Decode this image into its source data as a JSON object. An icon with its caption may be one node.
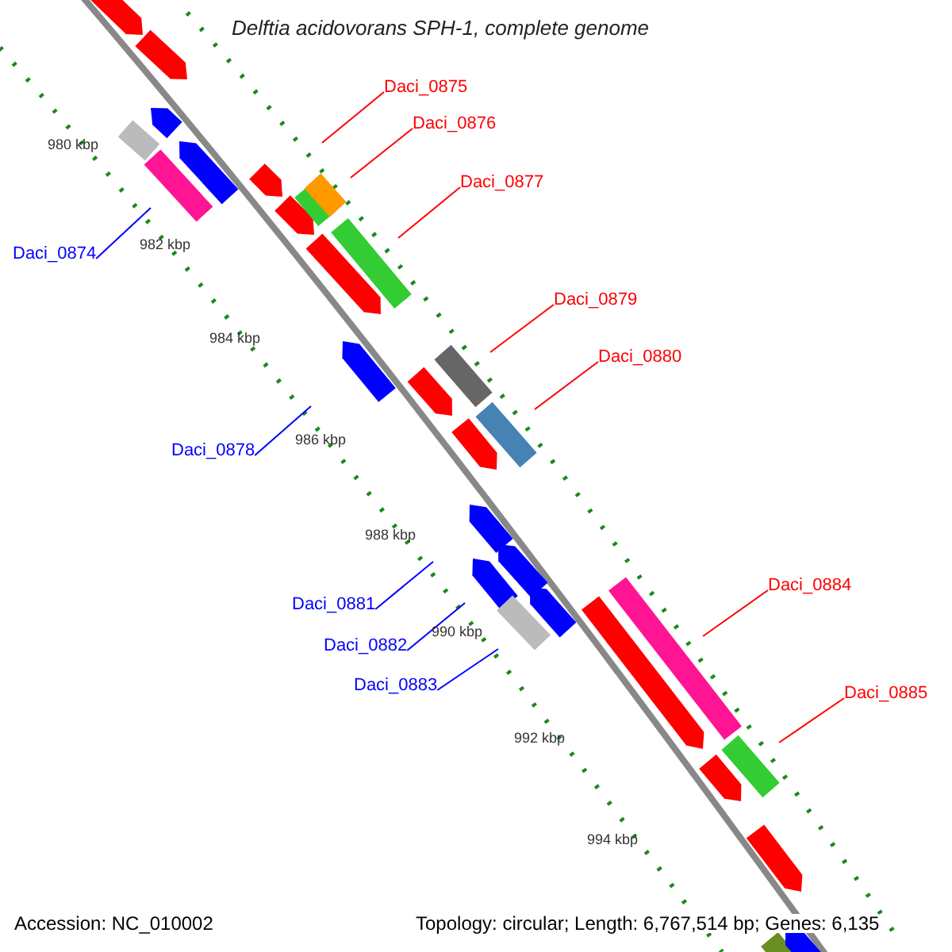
{
  "diagram": {
    "title": "Delftia acidovorans SPH-1, complete genome",
    "nodes": [
      {
        "text": [
          "Daci_0874"
        ]
      },
      {
        "text": [
          "Daci_0875"
        ]
      },
      {
        "text": [
          "Daci_0876"
        ]
      },
      {
        "text": [
          "Daci_0877"
        ]
      },
      {
        "text": [
          "Daci_0878"
        ]
      },
      {
        "text": [
          "Daci_0879"
        ]
      },
      {
        "text": [
          "Daci_0880"
        ]
      },
      {
        "text": [
          "Daci_0881"
        ]
      },
      {
        "text": [
          "Daci_0882"
        ]
      },
      {
        "text": [
          "Daci_0883"
        ]
      },
      {
        "text": [
          "Daci_0884"
        ]
      },
      {
        "text": [
          "Daci_0885"
        ]
      }
    ],
    "edges": [
      {
        "from": 0,
        "to": null,
        "arrow": "none",
        "color": "#0000ff"
      },
      {
        "from": 1,
        "to": null,
        "arrow": "none"
      },
      {
        "from": 2,
        "to": null,
        "arrow": "none"
      },
      {
        "from": 3,
        "to": null,
        "arrow": "none"
      },
      {
        "from": 4,
        "to": null,
        "arrow": "none",
        "color": "#0000ff"
      },
      {
        "from": 5,
        "to": null,
        "arrow": "none"
      },
      {
        "from": 6,
        "to": null,
        "arrow": "none"
      },
      {
        "from": 7,
        "to": null,
        "arrow": "none",
        "color": "#0000ff"
      },
      {
        "from": 8,
        "to": null,
        "arrow": "none",
        "color": "#0000ff"
      },
      {
        "from": 9,
        "to": null,
        "arrow": "none",
        "color": "#0000ff"
      },
      {
        "from": 10,
        "to": null,
        "arrow": "none"
      },
      {
        "from": 11,
        "to": null,
        "arrow": "none"
      }
    ],
    "labels": [
      "980 kbp",
      "982 kbp",
      "984 kbp",
      "986 kbp",
      "988 kbp",
      "990 kbp",
      "992 kbp",
      "994 kbp",
      "Accession: NC_010002",
      "Topology: circular; Length: 6,767,514 bp; Genes: 6,135"
    ]
  }
}
